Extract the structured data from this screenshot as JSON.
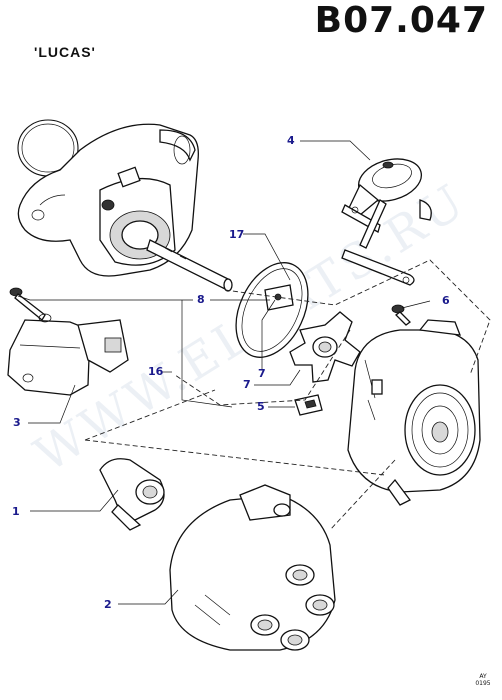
{
  "header": {
    "code": "B07.047",
    "subtitle": "'LUCAS'"
  },
  "callouts": [
    {
      "id": "c1",
      "label": "1"
    },
    {
      "id": "c2",
      "label": "2"
    },
    {
      "id": "c3",
      "label": "3"
    },
    {
      "id": "c4",
      "label": "4"
    },
    {
      "id": "c5",
      "label": "5"
    },
    {
      "id": "c6",
      "label": "6"
    },
    {
      "id": "c7a",
      "label": "7"
    },
    {
      "id": "c7b",
      "label": "7"
    },
    {
      "id": "c8a",
      "label": "8"
    },
    {
      "id": "c8b",
      "label": "8"
    },
    {
      "id": "c16a",
      "label": "16"
    },
    {
      "id": "c16b",
      "label": "16"
    },
    {
      "id": "c17",
      "label": "17"
    }
  ],
  "footer": {
    "code_line1": "AY",
    "code_line2": "0195"
  },
  "watermark": "WWW.ELCATS.RU",
  "colors": {
    "callout": "#1a1a8c",
    "line": "#111111"
  }
}
